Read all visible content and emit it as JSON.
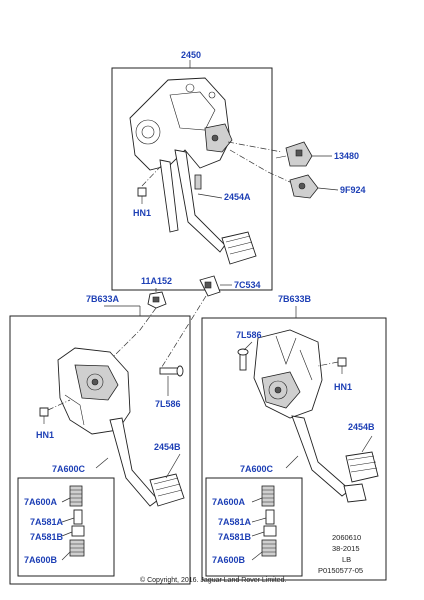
{
  "labels": {
    "l2450": "2450",
    "l13480": "13480",
    "l9F924": "9F924",
    "l2454A": "2454A",
    "lHN1a": "HN1",
    "l11A152": "11A152",
    "l7C534": "7C534",
    "l7B633A": "7B633A",
    "l7B633B": "7B633B",
    "l7L586a": "7L586",
    "l7L586b": "7L586",
    "lHN1b": "HN1",
    "lHN1c": "HN1",
    "l2454Ba": "2454B",
    "l2454Bb": "2454B",
    "l7A600Ca": "7A600C",
    "l7A600Cb": "7A600C",
    "l7A600Aa": "7A600A",
    "l7A600Ab": "7A600A",
    "l7A581Aa": "7A581A",
    "l7A581Ab": "7A581A",
    "l7A581Ba": "7A581B",
    "l7A581Bb": "7A581B",
    "l7A600Ba": "7A600B",
    "l7A600Bb": "7A600B"
  },
  "meta": {
    "line1": "2060610",
    "line2": "38-2015",
    "line3": "LB",
    "line4": "P0150577-05"
  },
  "copyright": "© Copyright, 2016. Jaguar Land Rover Limited."
}
